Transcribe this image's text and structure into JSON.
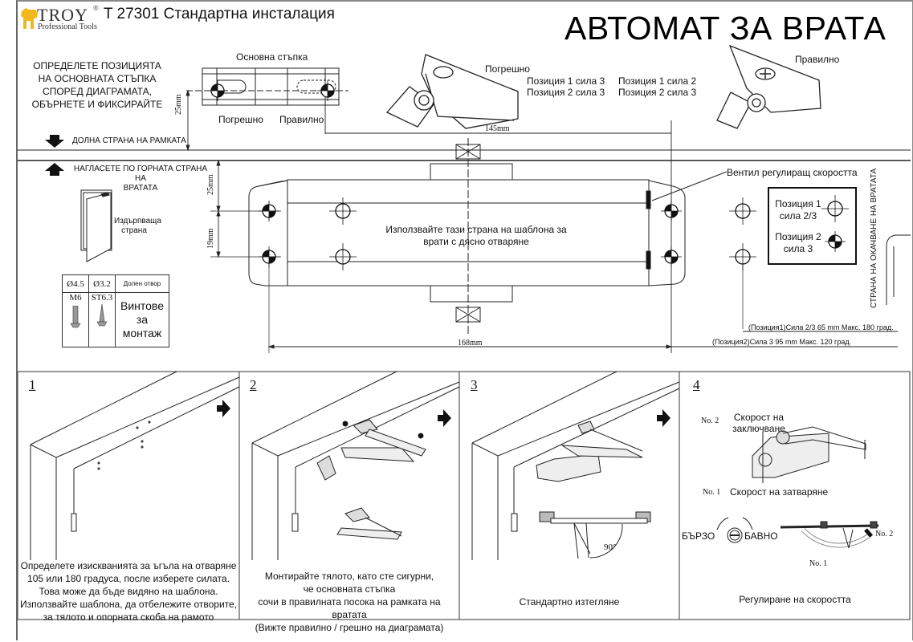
{
  "header": {
    "brand": "TROY",
    "brand_mark": "®",
    "brand_sub": "Professional Tools",
    "doc_title": "T 27301 Стандартна инсталация",
    "main_title": "АВТОМАТ ЗА ВРАТА",
    "brand_color": "#f2b81b"
  },
  "top": {
    "instruction": [
      "ОПРЕДЕЛЕТЕ ПОЗИЦИЯТА",
      "НА ОСНОВНАТА СТЪПКА",
      "СПОРЕД ДИАГРАМАТА,",
      "ОБЪРНЕТЕ И ФИКСИРАЙТЕ"
    ],
    "base_plate_label": "Основна стъпка",
    "wrong": "Погрешно",
    "right": "Правилно",
    "wrong_illustration_label": "Погрешно",
    "right_illustration_label": "Правилно",
    "wrong_positions": [
      "Позиция 1 сила 3",
      "Позиция 2 сила 3"
    ],
    "right_positions": [
      "Позиция 1 сила 2",
      "Позиция 2 сила 3"
    ],
    "frame_bottom": "ДОЛНА СТРАНА НА РАМКАТА",
    "door_top": [
      "НАГЛАСЕТЕ ПО ГОРНАТА СТРАНА НА",
      "ВРАТАТА"
    ],
    "pull_side": [
      "Издърпваща",
      "страна"
    ]
  },
  "template": {
    "dim_25_top": "25mm",
    "dim_25": "25mm",
    "dim_19": "19mm",
    "dim_145": "145mm",
    "dim_168": "168mm",
    "center_text": [
      "Използвайте тази страна на шаблона за",
      "врати с дясно отваряне"
    ],
    "valve_label": "Вентил регулиращ скоростта",
    "hinge_side": "СТРАНА НА ОКАЧВАНЕ НА ВРАТАТА",
    "pos1_dim": "(Позиция1)Сила 2/3 65 mm Макс. 180 град.",
    "pos2_dim": "(Позиция2)Сила 3 95 mm Макс. 120 град.",
    "legend": {
      "pos1": [
        "Позиция 1",
        "сила 2/3"
      ],
      "pos2": [
        "Позиция 2",
        "сила 3"
      ]
    }
  },
  "screws": {
    "headers": [
      "Ø4.5",
      "Ø3.2",
      "Долен отвор"
    ],
    "types": [
      "M6",
      "ST6.3"
    ],
    "label": [
      "Винтове",
      "за",
      "монтаж"
    ]
  },
  "steps": [
    {
      "num": "1",
      "text": [
        "Определете изискванията за ъгъла на отваряне",
        "105 или 180 градуса, после изберете силата.",
        "Това може да бъде видяно на шаблона.",
        "Използвайте шаблона, да отбележите отворите,",
        "за тялото и опорната скоба на рамото"
      ]
    },
    {
      "num": "2",
      "text": [
        "Монтирайте тялото, като сте сигурни,",
        "че основната стъпка",
        "сочи в правилната посока на рамката на вратата",
        "(Вижте правилно / грешно на диаграмата)"
      ]
    },
    {
      "num": "3",
      "text": [
        "Стандартно изтегляне"
      ],
      "angle": "90°"
    },
    {
      "num": "4",
      "text": [
        "Регулиране на скоростта"
      ],
      "no2": "No. 2",
      "no1": "No. 1",
      "lock_speed": [
        "Скорост на",
        "заключване"
      ],
      "close_speed": "Скорост на затваряне",
      "fast": "БЪРЗО",
      "slow": "БАВНО",
      "arc_no1": "No. 1",
      "arc_no2": "No. 2"
    }
  ]
}
